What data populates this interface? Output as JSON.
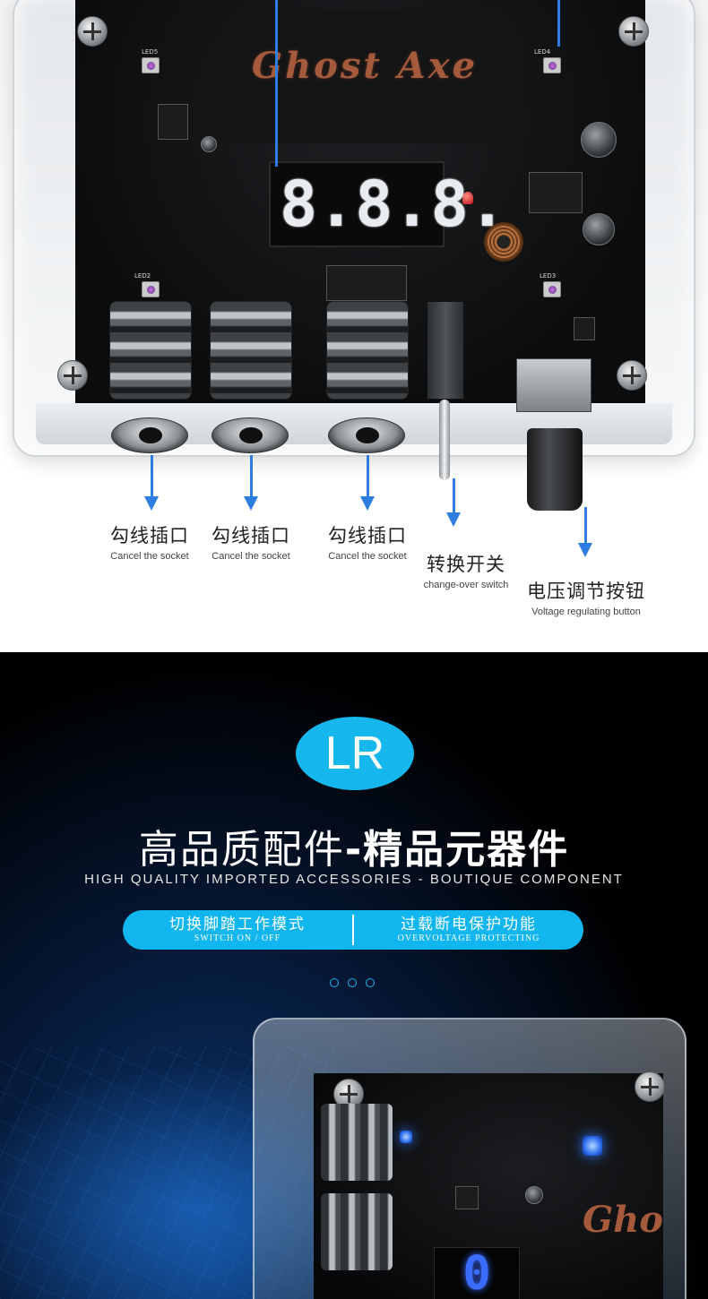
{
  "product": {
    "logo_text": "Ghost Axe",
    "display_digits": [
      "8.",
      "8.",
      "8."
    ]
  },
  "callouts": [
    {
      "zh": "勾线插口",
      "en": "Cancel the socket"
    },
    {
      "zh": "勾线插口",
      "en": "Cancel the socket"
    },
    {
      "zh": "勾线插口",
      "en": "Cancel the socket"
    },
    {
      "zh": "转换开关",
      "en": "change-over switch"
    },
    {
      "zh": "电压调节按钮",
      "en": "Voltage regulating button"
    }
  ],
  "feature": {
    "badge": "LR",
    "headline_light": "高品质配件",
    "headline_bold": "-精品元器件",
    "subline": "HIGH QUALITY IMPORTED ACCESSORIES - BOUTIQUE COMPONENT",
    "pill_left": {
      "zh": "切换脚踏工作模式",
      "en": "SWITCH ON / OFF"
    },
    "pill_right": {
      "zh": "过载断电保护功能",
      "en": "OVERVOLTAGE PROTECTING"
    }
  },
  "photo2": {
    "logo_text": "Gho",
    "display_digit": "0"
  },
  "colors": {
    "arrow": "#2d7ee0",
    "badge": "#16b7ec",
    "pill": "#12b6ef",
    "logo": "#a65a3c"
  }
}
